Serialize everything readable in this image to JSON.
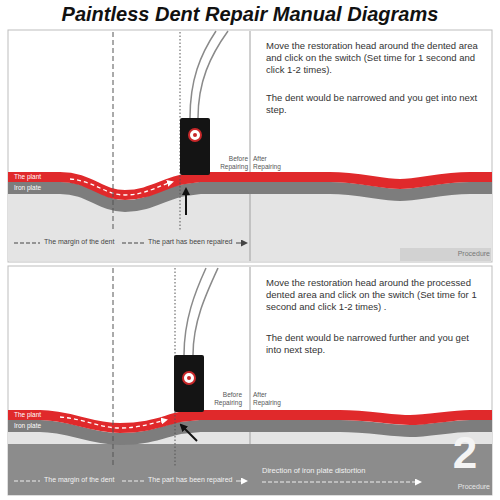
{
  "diagram": {
    "title": "Paintless Dent Repair Manual Diagrams",
    "labels": [
      "Move the restoration head around the dented area and click on the switch (Set time for 1 second and click 1-2 times).",
      "The dent would be narrowed and you get into next step.",
      "Before Repairing",
      "After Repairing",
      "The plant",
      "Iron plate",
      "The margin of the dent",
      "The part has been repaired",
      "Procedure",
      "Move the restoration head around the processed dented area and click on the switch (Set time for 1 second and click 1-2 times) .",
      "The dent would be narrowed further and you get into next step.",
      "Before Repairing",
      "After Repairing",
      "The plant",
      "Iron plate",
      "The margin of the dent",
      "The part has been repaired",
      "Direction of iron plate distortion",
      "2",
      "Procedure"
    ]
  }
}
